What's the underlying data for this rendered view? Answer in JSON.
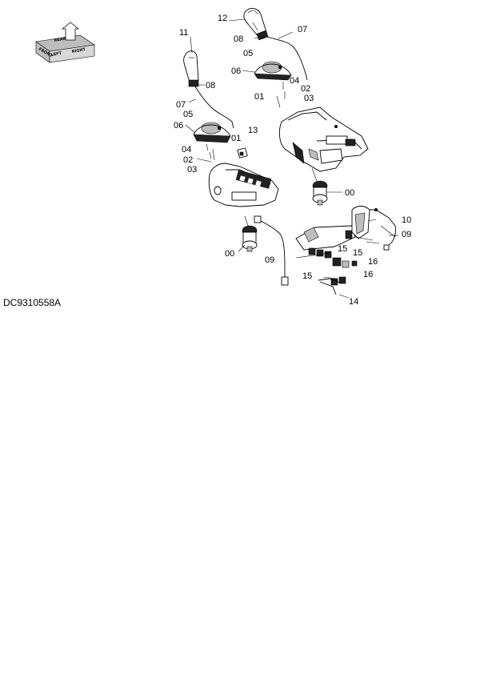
{
  "drawing": {
    "code": "DC9310558A",
    "orientation_icon": "orientation-cube-icon",
    "orientation_words": [
      "REAR",
      "LEFT",
      "FRONT",
      "RIGHT"
    ]
  },
  "callouts": [
    {
      "id": "c12",
      "text": "12"
    },
    {
      "id": "c07a",
      "text": "07"
    },
    {
      "id": "c08a",
      "text": "08"
    },
    {
      "id": "c05a",
      "text": "05"
    },
    {
      "id": "c06a",
      "text": "06"
    },
    {
      "id": "c04a",
      "text": "04"
    },
    {
      "id": "c02a",
      "text": "02"
    },
    {
      "id": "c01a",
      "text": "01"
    },
    {
      "id": "c03a",
      "text": "03"
    },
    {
      "id": "c11",
      "text": "11"
    },
    {
      "id": "c08b",
      "text": "08"
    },
    {
      "id": "c07b",
      "text": "07"
    },
    {
      "id": "c05b",
      "text": "05"
    },
    {
      "id": "c06b",
      "text": "06"
    },
    {
      "id": "c13",
      "text": "13"
    },
    {
      "id": "c01b",
      "text": "01"
    },
    {
      "id": "c04b",
      "text": "04"
    },
    {
      "id": "c02b",
      "text": "02"
    },
    {
      "id": "c03b",
      "text": "03"
    },
    {
      "id": "c00a",
      "text": "00"
    },
    {
      "id": "c10",
      "text": "10"
    },
    {
      "id": "c09a",
      "text": "09"
    },
    {
      "id": "c15a",
      "text": "15"
    },
    {
      "id": "c15b",
      "text": "15"
    },
    {
      "id": "c16a",
      "text": "16"
    },
    {
      "id": "c15c",
      "text": "15"
    },
    {
      "id": "c16b",
      "text": "16"
    },
    {
      "id": "c14",
      "text": "14"
    },
    {
      "id": "c00b",
      "text": "00"
    },
    {
      "id": "c09b",
      "text": "09"
    }
  ]
}
